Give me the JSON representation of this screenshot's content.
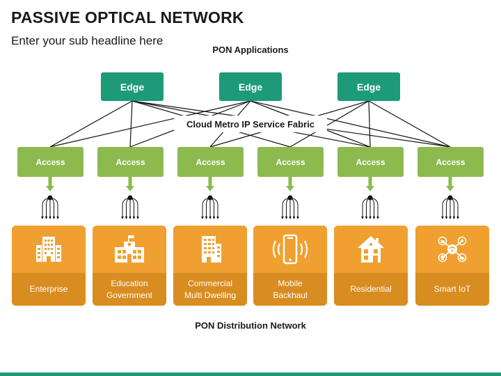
{
  "header": {
    "title": "PASSIVE OPTICAL NETWORK",
    "subtitle": "Enter your sub headline here"
  },
  "diagram": {
    "applications_label": "PON Applications",
    "fabric_label": "Cloud Metro IP Service Fabric",
    "distribution_label": "PON Distribution Network",
    "edge_nodes": [
      {
        "label": "Edge"
      },
      {
        "label": "Edge"
      },
      {
        "label": "Edge"
      }
    ],
    "access_nodes": [
      {
        "label": "Access"
      },
      {
        "label": "Access"
      },
      {
        "label": "Access"
      },
      {
        "label": "Access"
      },
      {
        "label": "Access"
      },
      {
        "label": "Access"
      }
    ],
    "endpoints": [
      {
        "line1": "Enterprise",
        "line2": "",
        "icon": "enterprise-building-icon"
      },
      {
        "line1": "Education",
        "line2": "Government",
        "icon": "school-building-icon"
      },
      {
        "line1": "Commercial",
        "line2": "Multi Dwelling",
        "icon": "office-tower-icon"
      },
      {
        "line1": "Mobile",
        "line2": "Backhaul",
        "icon": "mobile-phone-icon"
      },
      {
        "line1": "Residential",
        "line2": "",
        "icon": "house-icon"
      },
      {
        "line1": "Smart IoT",
        "line2": "",
        "icon": "iot-network-icon"
      }
    ]
  },
  "colors": {
    "edge": "#1d9a78",
    "access": "#8dba4f",
    "card_top": "#f0a030",
    "card_bottom": "#d98c1f"
  }
}
